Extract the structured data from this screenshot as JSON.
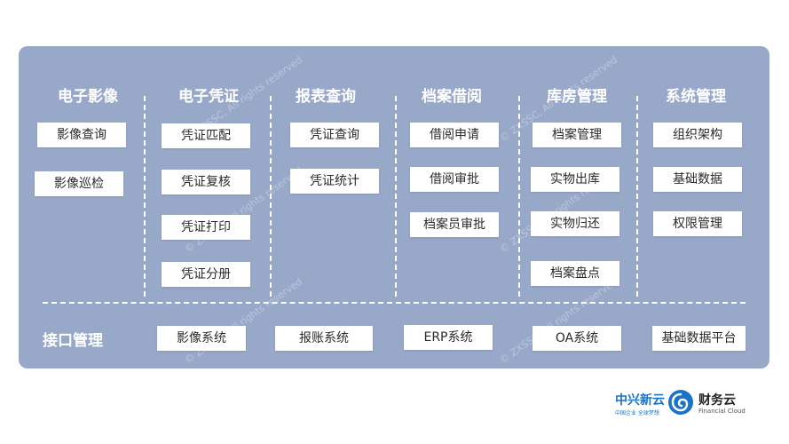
{
  "columns": [
    {
      "title": "电子影像",
      "items": [
        "影像查询",
        "影像巡检"
      ]
    },
    {
      "title": "电子凭证",
      "items": [
        "凭证匹配",
        "凭证复核",
        "凭证打印",
        "凭证分册"
      ]
    },
    {
      "title": "报表查询",
      "items": [
        "凭证查询",
        "凭证统计"
      ]
    },
    {
      "title": "档案借阅",
      "items": [
        "借阅申请",
        "借阅审批",
        "档案员审批"
      ]
    },
    {
      "title": "库房管理",
      "items": [
        "档案管理",
        "实物出库",
        "实物归还",
        "档案盘点"
      ]
    },
    {
      "title": "系统管理",
      "items": [
        "组织架构",
        "基础数据",
        "权限管理"
      ]
    }
  ],
  "interface": {
    "title": "接口管理",
    "items": [
      "影像系统",
      "报账系统",
      "ERP系统",
      "OA系统",
      "基础数据平台"
    ]
  },
  "watermark": "© ZXSSC, All rights reserved",
  "brand": {
    "left_name": "中兴新云",
    "left_sub": "中国企业 全球梦想",
    "right_name": "财务云",
    "right_en": "Financial Cloud"
  },
  "colors": {
    "panel": "#98a8c8",
    "brand_blue": "#1a73c7"
  }
}
